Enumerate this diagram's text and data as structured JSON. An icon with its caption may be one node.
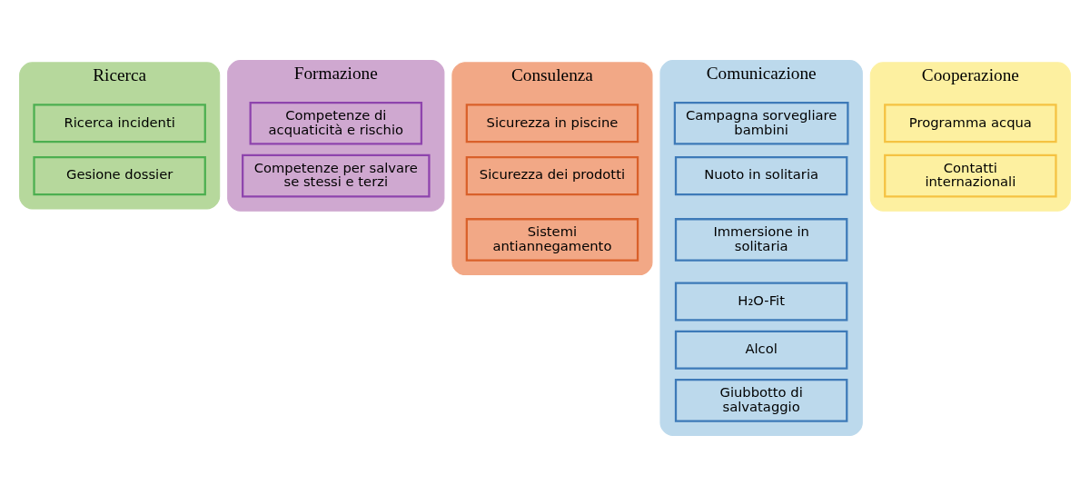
{
  "diagram": {
    "nodes": [
      {
        "text": [
          "Ricerca"
        ]
      },
      {
        "text": [
          "Ricerca incidenti"
        ],
        "in": 0
      },
      {
        "text": [
          "Gesione dossier"
        ],
        "in": 0
      },
      {
        "text": [
          "Formazione"
        ]
      },
      {
        "text": [
          "Competenze di acquaticità e rischio"
        ],
        "in": 3
      },
      {
        "text": [
          "Competenze per salvare se stessi e terzi"
        ],
        "in": 3
      },
      {
        "text": [
          "Consulenza"
        ]
      },
      {
        "text": [
          "Sicurezza in piscine"
        ],
        "in": 6
      },
      {
        "text": [
          "Sicurezza dei prodotti"
        ],
        "in": 6
      },
      {
        "text": [
          "Sistemi antiannegamento"
        ],
        "in": 6
      },
      {
        "text": [
          "Comunicazione"
        ]
      },
      {
        "text": [
          "Campagna sorvegliare bambini"
        ],
        "in": 10
      },
      {
        "text": [
          "Nuoto in solitaria"
        ],
        "in": 10
      },
      {
        "text": [
          "Immersione in solitaria"
        ],
        "in": 10
      },
      {
        "text": [
          "H₂O-Fit"
        ],
        "in": 10
      },
      {
        "text": [
          "Alcol"
        ],
        "in": 10
      },
      {
        "text": [
          "Giubbotto di salvataggio"
        ],
        "in": 10
      },
      {
        "text": [
          "Cooperazione"
        ]
      },
      {
        "text": [
          "Programma acqua"
        ],
        "in": 17
      },
      {
        "text": [
          "Contatti internazionali"
        ],
        "in": 17
      }
    ],
    "edges": []
  }
}
